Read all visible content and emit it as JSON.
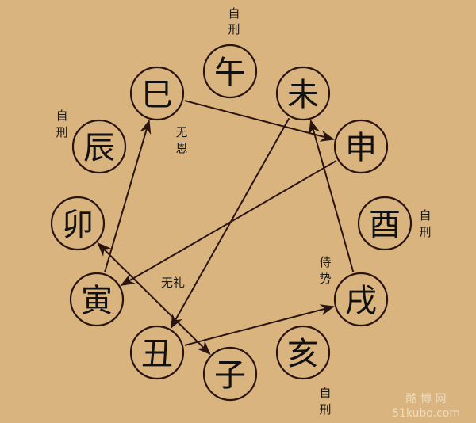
{
  "nodes": [
    {
      "id": "wu",
      "char": "午"
    },
    {
      "id": "wei",
      "char": "未"
    },
    {
      "id": "shen",
      "char": "申"
    },
    {
      "id": "you",
      "char": "酉"
    },
    {
      "id": "xu",
      "char": "戌"
    },
    {
      "id": "hai",
      "char": "亥"
    },
    {
      "id": "zi",
      "char": "子"
    },
    {
      "id": "chou",
      "char": "丑"
    },
    {
      "id": "yin",
      "char": "寅"
    },
    {
      "id": "mao",
      "char": "卯"
    },
    {
      "id": "chen",
      "char": "辰"
    },
    {
      "id": "si",
      "char": "巳"
    }
  ],
  "edges": [
    {
      "from": "巳",
      "to": "申"
    },
    {
      "from": "申",
      "to": "寅"
    },
    {
      "from": "寅",
      "to": "巳"
    },
    {
      "from": "未",
      "to": "丑"
    },
    {
      "from": "丑",
      "to": "戌"
    },
    {
      "from": "戌",
      "to": "未"
    },
    {
      "from": "子",
      "to": "卯",
      "bidirectional": true
    }
  ],
  "labels": {
    "wu_self": [
      "自",
      "刑"
    ],
    "chen_self": [
      "自",
      "刑"
    ],
    "you_self": [
      "自",
      "刑"
    ],
    "hai_self": [
      "自",
      "刑"
    ],
    "wuen": [
      "无",
      "恩"
    ],
    "shishi": [
      "侍",
      "势"
    ],
    "wuli": "无礼"
  },
  "watermark": {
    "line1": "酷 博 网",
    "line2": "51kubo.com"
  },
  "colors": {
    "background": "#d9b47f",
    "ink": "#2a1410"
  }
}
